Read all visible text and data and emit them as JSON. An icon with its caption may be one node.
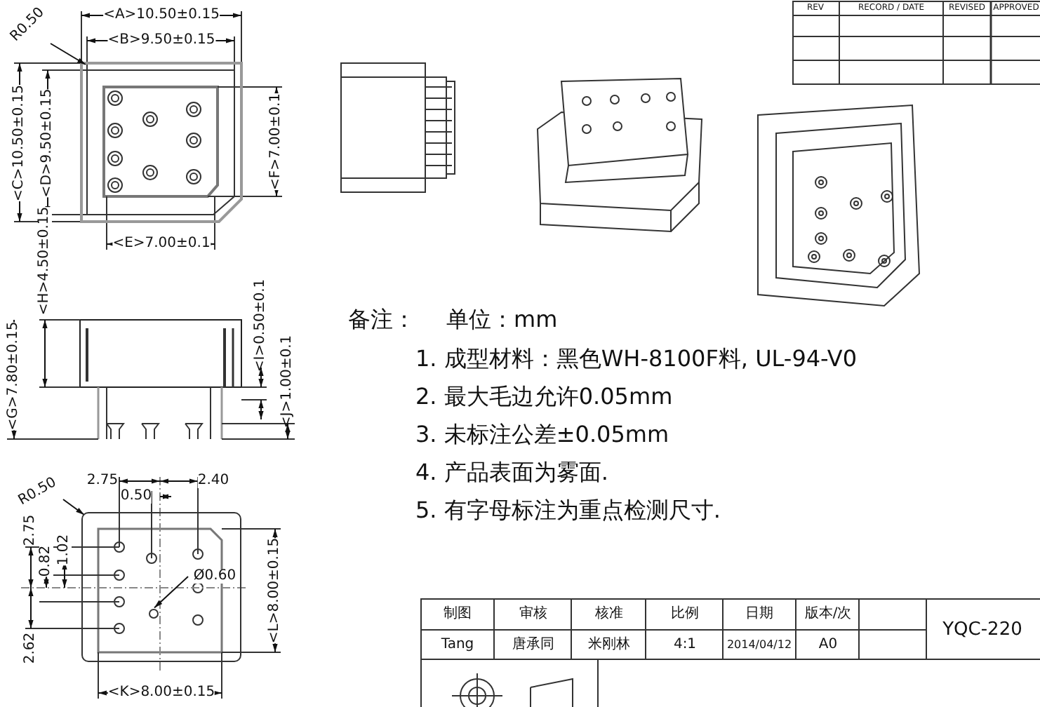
{
  "diagram": {
    "nodes": [
      {
        "text": [
          "R0.50"
        ]
      },
      {
        "text": [
          "R0.50"
        ]
      },
      {
        "text": [
          "Ø0.60"
        ],
        "in": 4
      },
      {
        "text": [],
        "shape": "box"
      },
      {
        "text": [],
        "shape": "box"
      },
      {
        "text": [],
        "shape": "circle",
        "in": 4
      }
    ],
    "edges": [
      {
        "from": 0,
        "to": 3,
        "arrow": "to"
      },
      {
        "from": 1,
        "to": 4,
        "arrow": "to"
      },
      {
        "from": 2,
        "to": 5,
        "arrow": "to"
      }
    ],
    "labels": [
      "<A>10.50±0.15",
      "<B>9.50±0.15",
      "<C>10.50±0.15",
      "<D>9.50±0.15",
      "<F>7.00±0.1",
      "<E>7.00±0.1",
      "<H>4.50±0.15",
      "<G>7.80±0.15",
      "<I>0.50±0.1",
      "<J>1.00±0.1",
      "2.75",
      "0.50",
      "2.40",
      "2.75",
      "0.82",
      "1.02",
      "<L>8.00±0.15",
      "2.62",
      "<K>8.00±0.15",
      "备注：",
      "单位：mm",
      "1. 成型材料：黑色WH-8100F料, UL-94-V0",
      "2. 最大毛边允许0.05mm",
      "3. 未标注公差±0.05mm",
      "4. 产品表面为雾面.",
      "5. 有字母标注为重点检测尺寸.",
      "REV",
      "RECORD / DATE",
      "REVISED",
      "APPROVED",
      "制图",
      "审核",
      "核准",
      "比例",
      "日期",
      "版本/次",
      "YQC-220",
      "Tang",
      "唐承同",
      "米刚林",
      "4:1",
      "2014/04/12",
      "A0"
    ]
  }
}
